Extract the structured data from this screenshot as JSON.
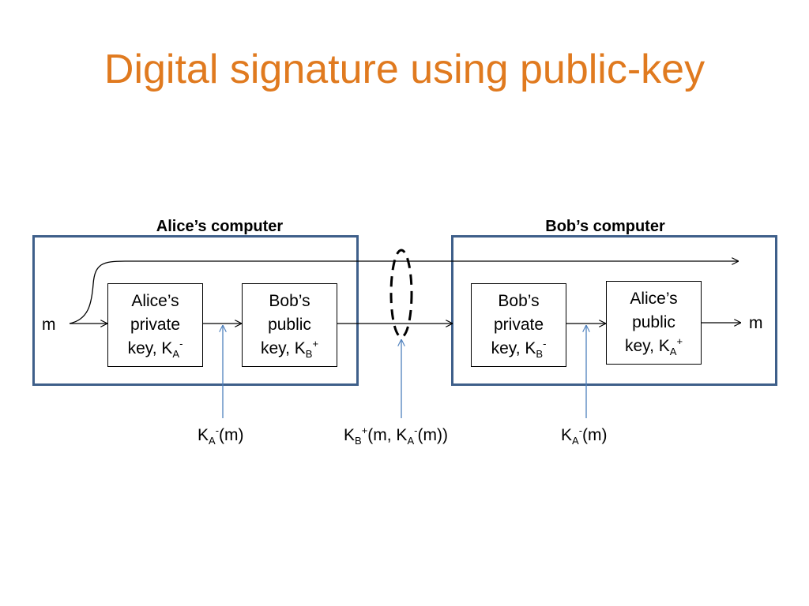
{
  "title": "Digital signature using public-key",
  "alice": {
    "label": "Alice’s computer",
    "private_key_box": {
      "line1": "Alice’s",
      "line2": "private",
      "line3_prefix": "key, K",
      "sub": "A",
      "sup": "-"
    },
    "public_key_box": {
      "line1": "Bob’s",
      "line2": "public",
      "line3_prefix": "key, K",
      "sub": "B",
      "sup": "+"
    }
  },
  "bob": {
    "label": "Bob’s computer",
    "private_key_box": {
      "line1": "Bob’s",
      "line2": "private",
      "line3_prefix": "key, K",
      "sub": "B",
      "sup": "-"
    },
    "public_key_box": {
      "line1": "Alice’s",
      "line2": "public",
      "line3_prefix": "key, K",
      "sub": "A",
      "sup": "+"
    }
  },
  "input_message": "m",
  "output_message": "m",
  "annotations": {
    "signed_left": {
      "k": "K",
      "sub": "A",
      "sup": "-",
      "rest": "(m)"
    },
    "channel": {
      "k1": "K",
      "sub1": "B",
      "sup1": "+",
      "mid": "(m, K",
      "sub2": "A",
      "sup2": "-",
      "rest": "(m))"
    },
    "signed_right": {
      "k": "K",
      "sub": "A",
      "sup": "-",
      "rest": "(m)"
    }
  },
  "colors": {
    "title": "#e07a1f",
    "container_border": "#3e5f8a",
    "annotation_arrow": "#4f81bd"
  }
}
